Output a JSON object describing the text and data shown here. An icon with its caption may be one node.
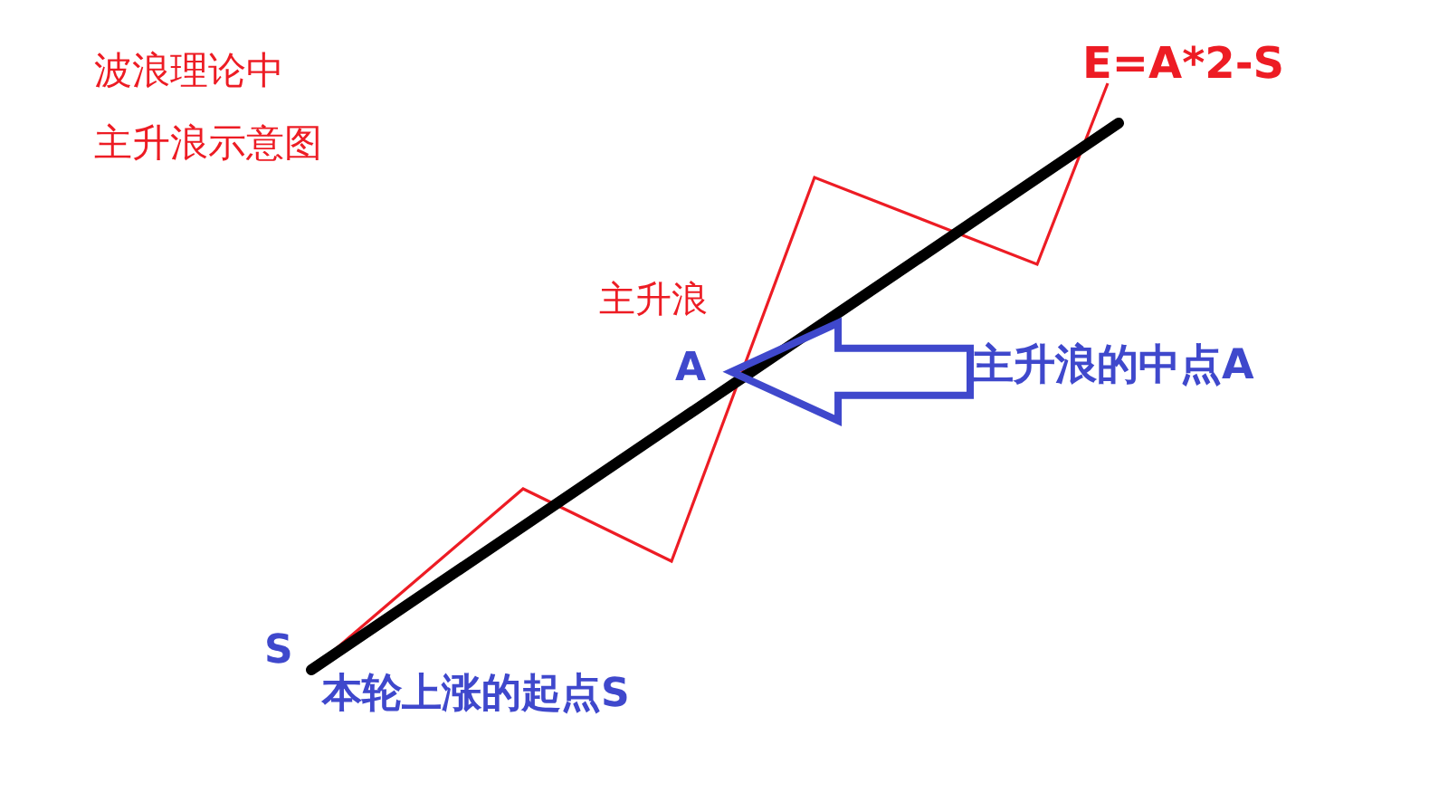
{
  "diagram": {
    "nodes": [
      {
        "text": [
          "主升浪的中点A"
        ]
      },
      {
        "text": [
          "A"
        ]
      }
    ],
    "edges": [
      {
        "from": 0,
        "to": 1,
        "arrow": "to"
      }
    ],
    "labels": [
      "波浪理论中",
      "主升浪示意图",
      "E=A*2-S",
      "主升浪",
      "S",
      "本轮上涨的起点S"
    ]
  }
}
